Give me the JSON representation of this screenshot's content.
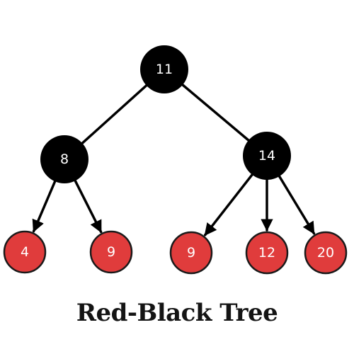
{
  "diagram": {
    "title": "Red-Black Tree",
    "colors": {
      "black_node": "#000000",
      "red_node": "#e03c3c",
      "red_node_outline": "#1a1a1a",
      "label_text": "#ffffff",
      "edge": "#000000"
    },
    "nodes": [
      {
        "id": "n11",
        "label": "11",
        "color": "black"
      },
      {
        "id": "n8",
        "label": "8",
        "color": "black"
      },
      {
        "id": "n14",
        "label": "14",
        "color": "black"
      },
      {
        "id": "n4",
        "label": "4",
        "color": "red"
      },
      {
        "id": "n9a",
        "label": "9",
        "color": "red"
      },
      {
        "id": "n9b",
        "label": "9",
        "color": "red"
      },
      {
        "id": "n12",
        "label": "12",
        "color": "red"
      },
      {
        "id": "n20",
        "label": "20",
        "color": "red"
      }
    ],
    "edges": [
      {
        "from": "n11",
        "to": "n8",
        "arrow": false
      },
      {
        "from": "n11",
        "to": "n14",
        "arrow": false
      },
      {
        "from": "n8",
        "to": "n4",
        "arrow": true
      },
      {
        "from": "n8",
        "to": "n9a",
        "arrow": true
      },
      {
        "from": "n14",
        "to": "n9b",
        "arrow": true
      },
      {
        "from": "n14",
        "to": "n12",
        "arrow": true
      },
      {
        "from": "n14",
        "to": "n20",
        "arrow": true
      }
    ]
  }
}
